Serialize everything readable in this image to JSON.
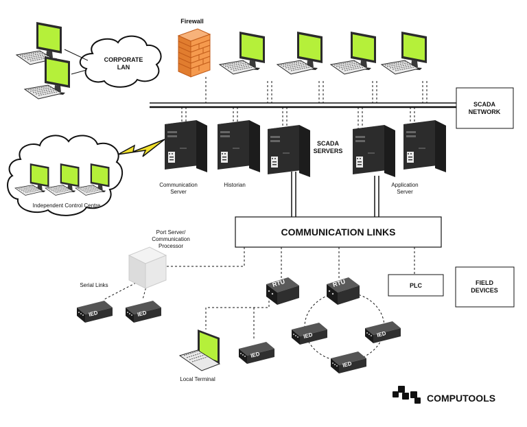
{
  "labels": {
    "firewall": "Firewall",
    "corporate_lan": [
      "CORPORATE",
      "LAN"
    ],
    "scada_network": [
      "SCADA",
      "NETWORK"
    ],
    "scada_servers": [
      "SCADA",
      "SERVERS"
    ],
    "communication_server": [
      "Communication",
      "Server"
    ],
    "historian": "Historian",
    "application_server": [
      "Application",
      "Server"
    ],
    "independent_control_centre": "Independent Control Centre",
    "communication_links": "COMMUNICATION LINKS",
    "port_server": [
      "Port Server/",
      "Communication",
      "Processor"
    ],
    "serial_links": "Serial Links",
    "plc": "PLC",
    "field_devices": [
      "FIELD",
      "DEVICES"
    ],
    "local_terminal": "Local Terminal",
    "ied": "IED",
    "rtu": "RTU",
    "brand": "COMPUTOOLS"
  },
  "colors": {
    "screen": "#b5f03a",
    "firewall": "#f59a4e",
    "firewall_lines": "#c05a18",
    "device": "#333333",
    "tower": "#222222",
    "gray_box": "#e6e6e6"
  }
}
